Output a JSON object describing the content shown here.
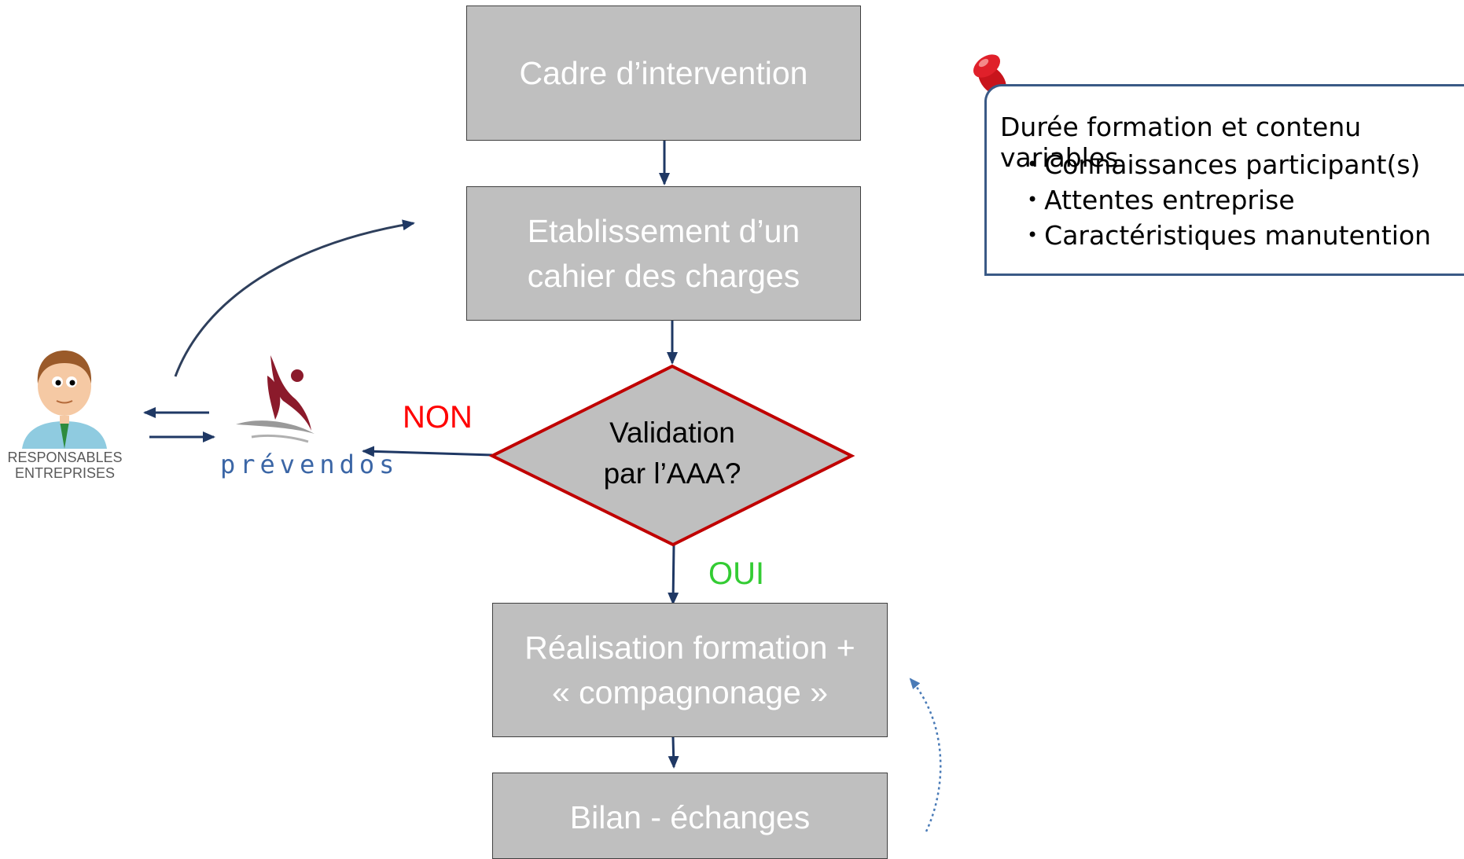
{
  "steps": {
    "cadre": "Cadre d’intervention",
    "cahier_line1": "Etablissement d’un",
    "cahier_line2": "cahier des charges",
    "validation_line1": "Validation",
    "validation_line2": "par l’AAA?",
    "realisation_line1": "Réalisation formation +",
    "realisation_line2": "« compagnonage »",
    "bilan": "Bilan - échanges"
  },
  "branches": {
    "non": "NON",
    "oui": "OUI"
  },
  "note": {
    "title": "Durée formation et contenu variables",
    "items": [
      "Connaissances participant(s)",
      "Attentes entreprise",
      "Caractéristiques manutention"
    ]
  },
  "actors": {
    "responsables_line1": "RESPONSABLES",
    "responsables_line2": "ENTREPRISES",
    "logo_text": "prévendos"
  },
  "colors": {
    "box_fill": "#bfbfbf",
    "arrow": "#1f3864",
    "diamond_border": "#c00000",
    "non": "#ff0000",
    "oui": "#33cc33",
    "note_border": "#3a5a86",
    "logo_figure": "#8b1a2b",
    "logo_text": "#3b66a6"
  },
  "icons": {
    "pin": "pushpin-icon",
    "person": "businessman-icon",
    "logo": "prevendos-logo"
  }
}
